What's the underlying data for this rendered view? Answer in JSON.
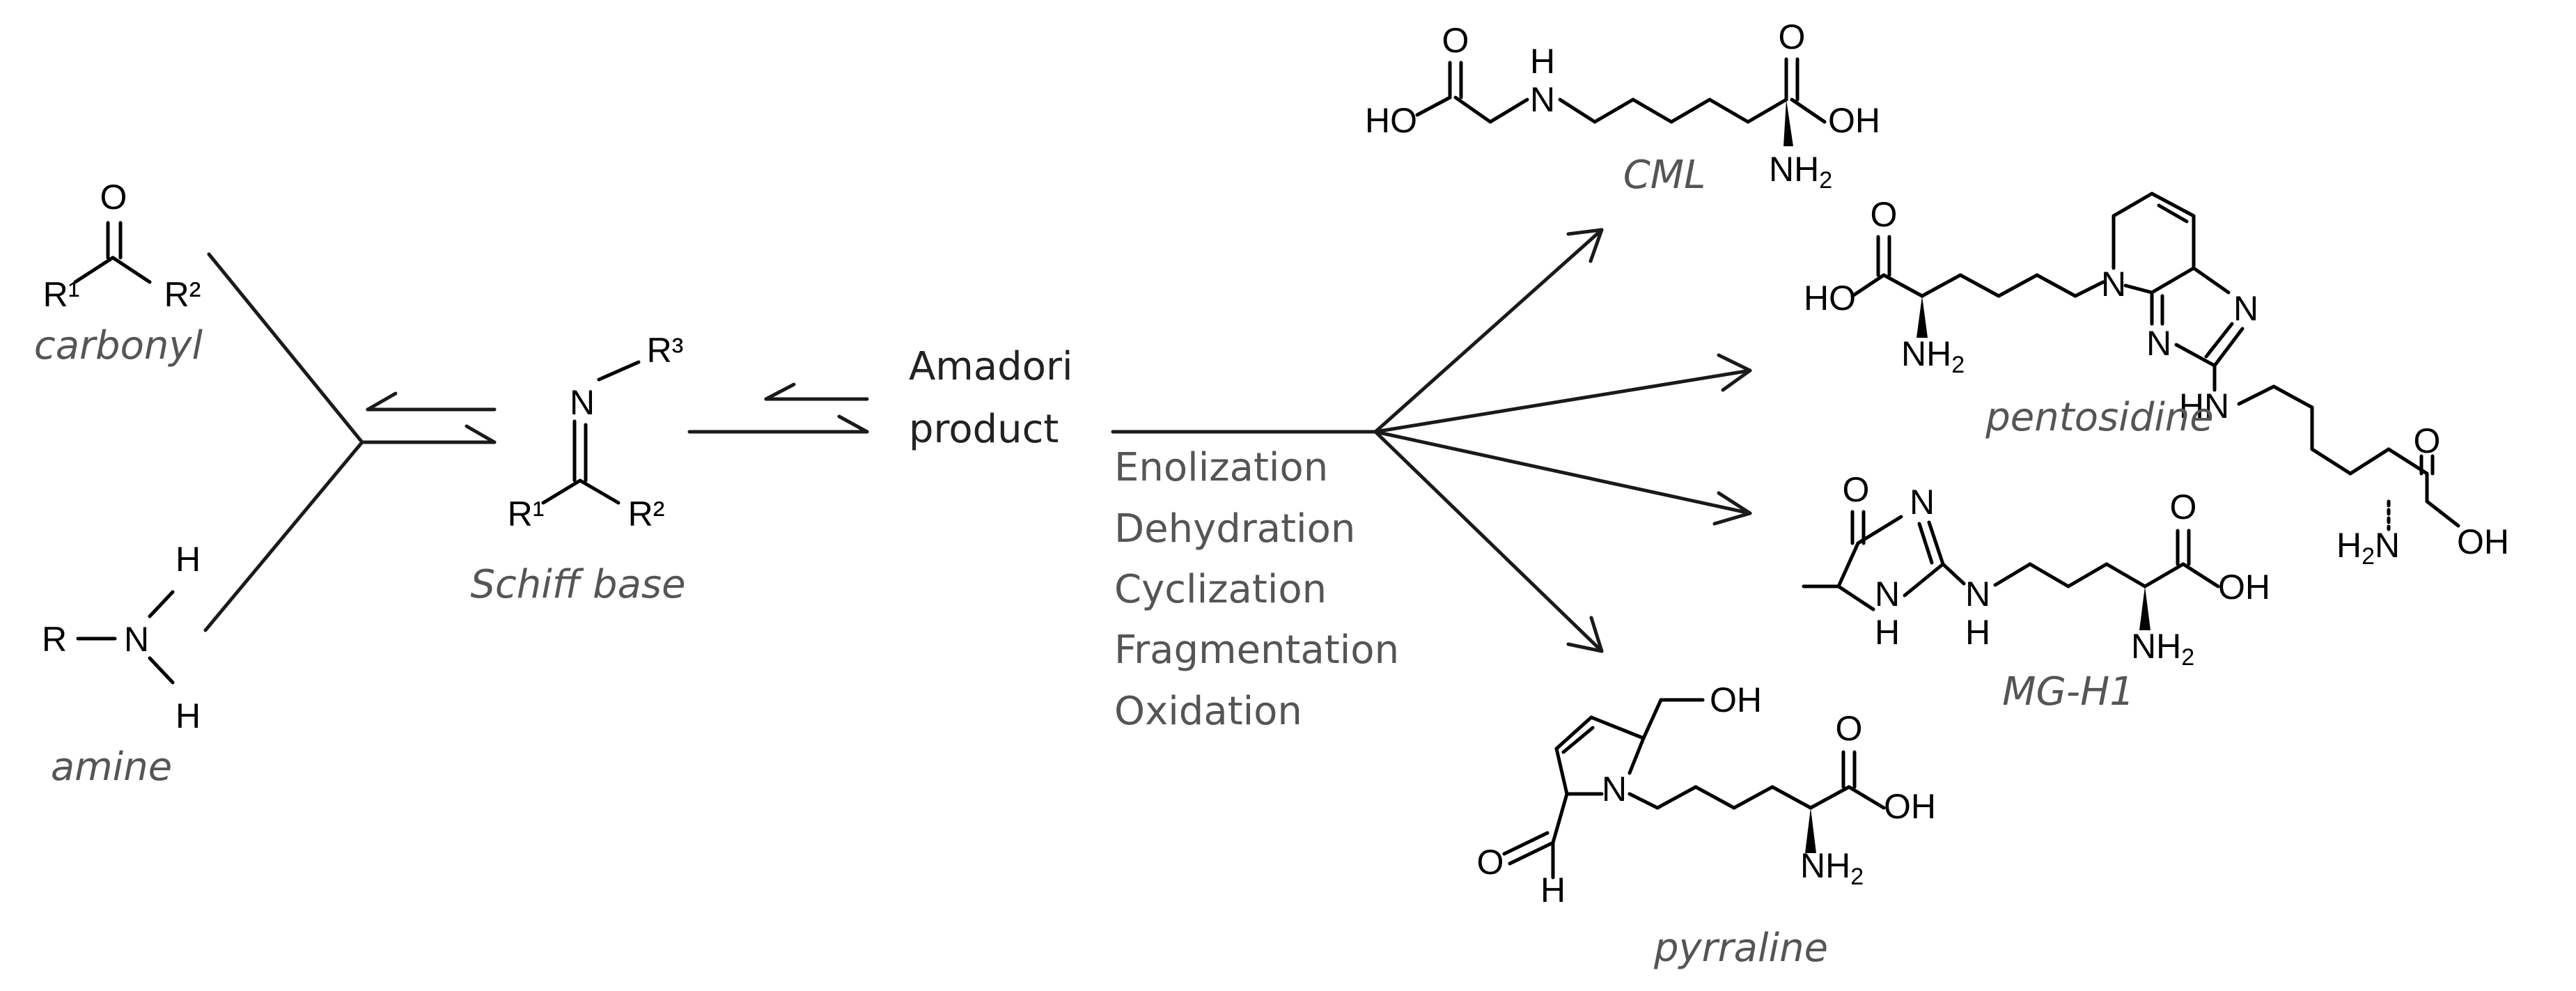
{
  "molecules": {
    "carbonyl": {
      "name": "carbonyl",
      "atoms": {
        "o": "O",
        "r1": "R¹",
        "r2": "R²"
      }
    },
    "amine": {
      "name": "amine",
      "atoms": {
        "r": "R",
        "n": "N",
        "h_top": "H",
        "h_bottom": "H"
      }
    },
    "schiff_base": {
      "name": "Schiff base",
      "atoms": {
        "n": "N",
        "r3": "R³",
        "r1": "R¹",
        "r2": "R²"
      }
    },
    "cml": {
      "name": "CML",
      "atoms": {
        "ho": "HO",
        "o1": "O",
        "h": "H",
        "n": "N",
        "o2": "O",
        "oh": "OH",
        "nh": "NH",
        "h2": "2"
      }
    },
    "pentosidine": {
      "name": "pentosidine",
      "atoms": {
        "o1": "O",
        "ho": "HO",
        "nh": "NH",
        "h2a": "2",
        "n_ring": "N",
        "n_imid": "N",
        "n_imid2": "N",
        "hn": "HN",
        "o2": "O",
        "h2n": "H",
        "h2b": "2",
        "n_amine": "N",
        "oh": "OH"
      }
    },
    "mg_h1": {
      "name": "MG-H1",
      "atoms": {
        "o1": "O",
        "n_top": "N",
        "n_ring_bottom": "N",
        "h_ring": "H",
        "n_link": "N",
        "h_link": "H",
        "o2": "O",
        "oh": "OH",
        "nh": "NH",
        "h2": "2"
      }
    },
    "pyrraline": {
      "name": "pyrraline",
      "atoms": {
        "oh_top": "OH",
        "n": "N",
        "o1": "O",
        "oh": "OH",
        "o_ald": "O",
        "h_ald": "H",
        "nh": "NH",
        "h2": "2"
      }
    }
  },
  "amadori": {
    "line1": "Amadori",
    "line2": "product"
  },
  "processes": [
    "Enolization",
    "Dehydration",
    "Cyclization",
    "Fragmentation",
    "Oxidation"
  ]
}
